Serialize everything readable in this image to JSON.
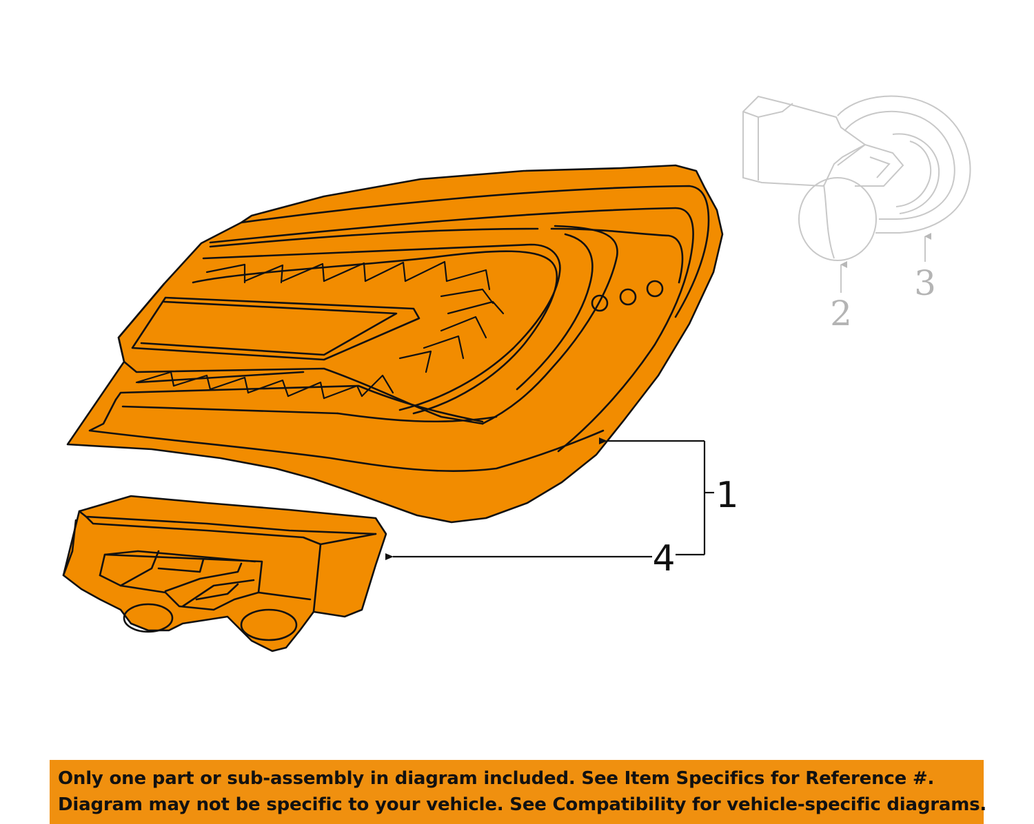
{
  "diagram": {
    "callouts": [
      {
        "id": "1",
        "label": "1",
        "highlighted": true
      },
      {
        "id": "2",
        "label": "2",
        "highlighted": false
      },
      {
        "id": "3",
        "label": "3",
        "highlighted": false
      },
      {
        "id": "4",
        "label": "4",
        "highlighted": true
      }
    ],
    "colors": {
      "part_fill": "#f28c00",
      "outline": "#111111",
      "ghost_outline": "#c8c8c8",
      "ghost_text": "#b4b4b4",
      "banner": "#f0900f"
    }
  },
  "notice": {
    "line1": "Only one part or sub-assembly in diagram included. See Item Specifics for Reference #.",
    "line2": "Diagram may not be specific to your vehicle. See Compatibility for vehicle-specific diagrams."
  }
}
